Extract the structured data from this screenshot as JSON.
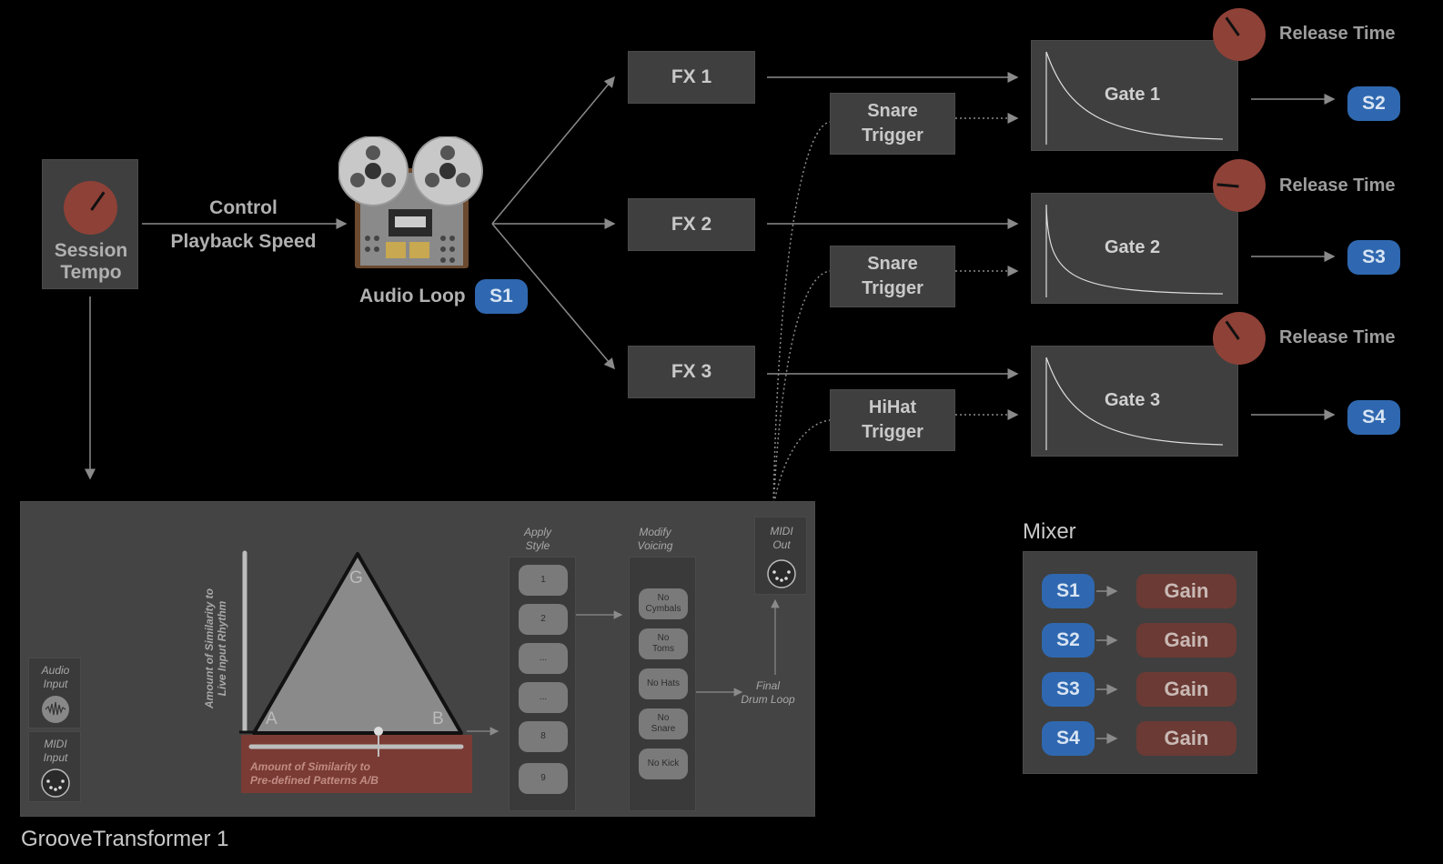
{
  "session_tempo": {
    "label": "Session\nTempo"
  },
  "control": {
    "line1": "Control",
    "line2": "Playback Speed"
  },
  "audio_loop": {
    "label": "Audio Loop",
    "badge": "S1"
  },
  "fx": [
    "FX 1",
    "FX 2",
    "FX 3"
  ],
  "triggers": [
    "Snare\nTrigger",
    "Snare\nTrigger",
    "HiHat\nTrigger"
  ],
  "gates": [
    "Gate 1",
    "Gate 2",
    "Gate 3"
  ],
  "release_label": "Release Time",
  "outputs": [
    "S2",
    "S3",
    "S4"
  ],
  "mixer": {
    "title": "Mixer",
    "rows": [
      {
        "send": "S1",
        "gain": "Gain"
      },
      {
        "send": "S2",
        "gain": "Gain"
      },
      {
        "send": "S3",
        "gain": "Gain"
      },
      {
        "send": "S4",
        "gain": "Gain"
      }
    ]
  },
  "groove": {
    "title": "GrooveTransformer 1",
    "audio_input": "Audio\nInput",
    "midi_input": "MIDI\nInput",
    "vertical_axis": "Amount of Similarity to\nLive Input Rhythm",
    "horizontal_axis": "Amount of Similarity to\nPre-defined Patterns A/B",
    "vertex_g": "G",
    "vertex_a": "A",
    "vertex_b": "B",
    "apply_style": "Apply\nStyle",
    "styles": [
      "1",
      "2",
      "...",
      "...",
      "8",
      "9"
    ],
    "modify_voicing": "Modify\nVoicing",
    "voicings": [
      "No\nCymbals",
      "No\nToms",
      "No Hats",
      "No\nSnare",
      "No Kick"
    ],
    "final_loop": "Final\nDrum Loop",
    "midi_out": "MIDI\nOut"
  },
  "colors": {
    "badge": "#2f68b0",
    "knob": "#8e4137",
    "gain": "#6b3a34",
    "panel": "#3f3f3f"
  }
}
